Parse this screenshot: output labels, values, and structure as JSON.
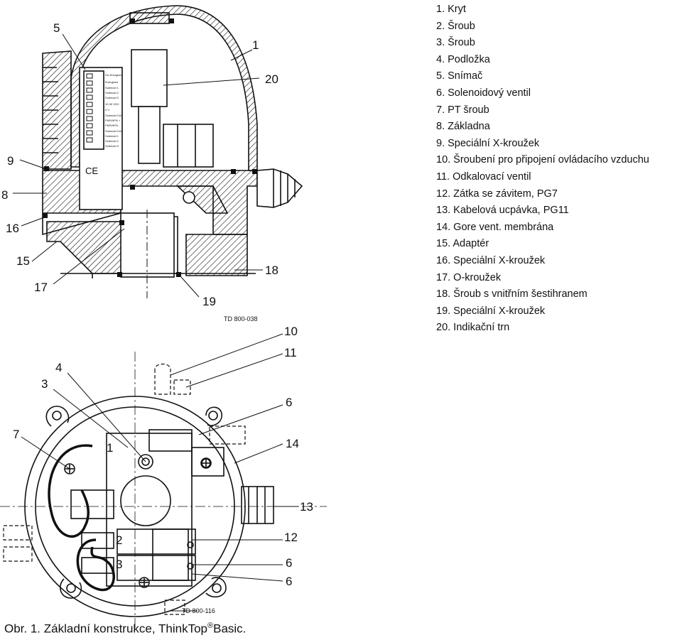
{
  "legend": [
    "1. Kryt",
    "2. Šroub",
    "3. Šroub",
    "4. Podložka",
    "5. Snímač",
    "6. Solenoidový ventil",
    "7. PT šroub",
    "8. Základna",
    "9. Speciální X-kroužek",
    "10. Šroubení pro připojení ovládacího vzduchu",
    "11. Odkalovací ventil",
    "12. Zátka se závitem, PG7",
    "13. Kabelová ucpávka, PG11",
    "14. Gore vent. membrána",
    "15. Adaptér",
    "16. Speciální X-kroužek",
    "17. O-kroužek",
    "18. Šroub s vnitřním šestihranem",
    "19. Speciální X-kroužek",
    "20. Indikační trn"
  ],
  "top_view": {
    "drawing_id": "TD 800-038",
    "callouts": [
      "1",
      "5",
      "20",
      "9",
      "8",
      "16",
      "15",
      "17",
      "18",
      "19"
    ],
    "panel_text": [
      "On-Energised",
      "Energised",
      "Solenoid 1",
      "Solenoid 2",
      "Solenoid 3",
      "10-30 VDC",
      "0 V",
      "Solenoid Ctrl",
      "PNP/NPN +",
      "PNP/NPN -",
      "Solenoid Ctrl",
      "Solenoid 1",
      "Solenoid 2",
      "Solenoid 3"
    ],
    "ce_mark": "CE"
  },
  "bottom_view": {
    "drawing_id": "TD 800-116",
    "callouts": [
      "10",
      "11",
      "4",
      "3",
      "6",
      "7",
      "14",
      "13",
      "12",
      "6",
      "6"
    ],
    "inner_labels": [
      "1",
      "2",
      "3"
    ]
  },
  "caption": {
    "prefix": "Obr. 1. Základní konstrukce, ThinkTop",
    "reg": "®",
    "suffix": "Basic."
  }
}
